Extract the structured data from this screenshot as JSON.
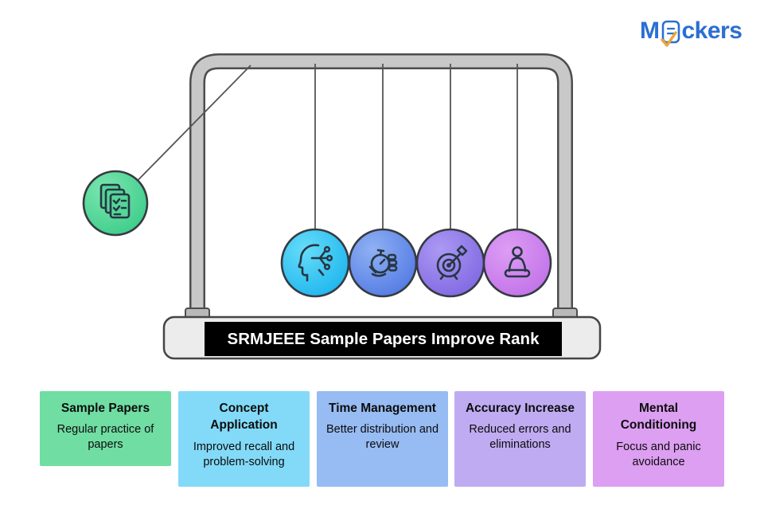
{
  "logo": {
    "prefix": "M",
    "suffix": "ckers",
    "brand_color": "#2b6fd3",
    "check_color": "#eda63a",
    "icon": "document-check-icon"
  },
  "banner": {
    "title": "SRMJEEE Sample Papers Improve Rank",
    "bg": "#000000",
    "text_color": "#ffffff"
  },
  "cradle": {
    "frame_color": "#c8c8c8",
    "frame_outline": "#4d4d4d",
    "string_color": "#555555",
    "base_color": "#ececec",
    "balls": [
      {
        "name": "sample-papers-ball",
        "icon": "papers-checklist-icon",
        "color_light": "#7ce6af",
        "color_dark": "#3bcc89"
      },
      {
        "name": "concept-application-ball",
        "icon": "head-network-icon",
        "color_light": "#66dcf9",
        "color_dark": "#1cb5ee"
      },
      {
        "name": "time-management-ball",
        "icon": "fist-stopwatch-icon",
        "color_light": "#90b1f4",
        "color_dark": "#5179e3"
      },
      {
        "name": "accuracy-increase-ball",
        "icon": "target-arrow-icon",
        "color_light": "#ab99f3",
        "color_dark": "#7f67e2"
      },
      {
        "name": "mental-conditioning-ball",
        "icon": "meditation-icon",
        "color_light": "#dc9df4",
        "color_dark": "#c271e9"
      }
    ]
  },
  "cards": [
    {
      "title": "Sample Papers",
      "description": "Regular practice of papers",
      "color": "#70dda3"
    },
    {
      "title": "Concept Application",
      "description": "Improved recall and problem-solving",
      "color": "#82daf8"
    },
    {
      "title": "Time Management",
      "description": "Better distribution and review",
      "color": "#97bbf3"
    },
    {
      "title": "Accuracy Increase",
      "description": "Reduced errors and eliminations",
      "color": "#bfabf2"
    },
    {
      "title": "Mental Conditioning",
      "description": "Focus and panic avoidance",
      "color": "#dd9ff2"
    }
  ]
}
